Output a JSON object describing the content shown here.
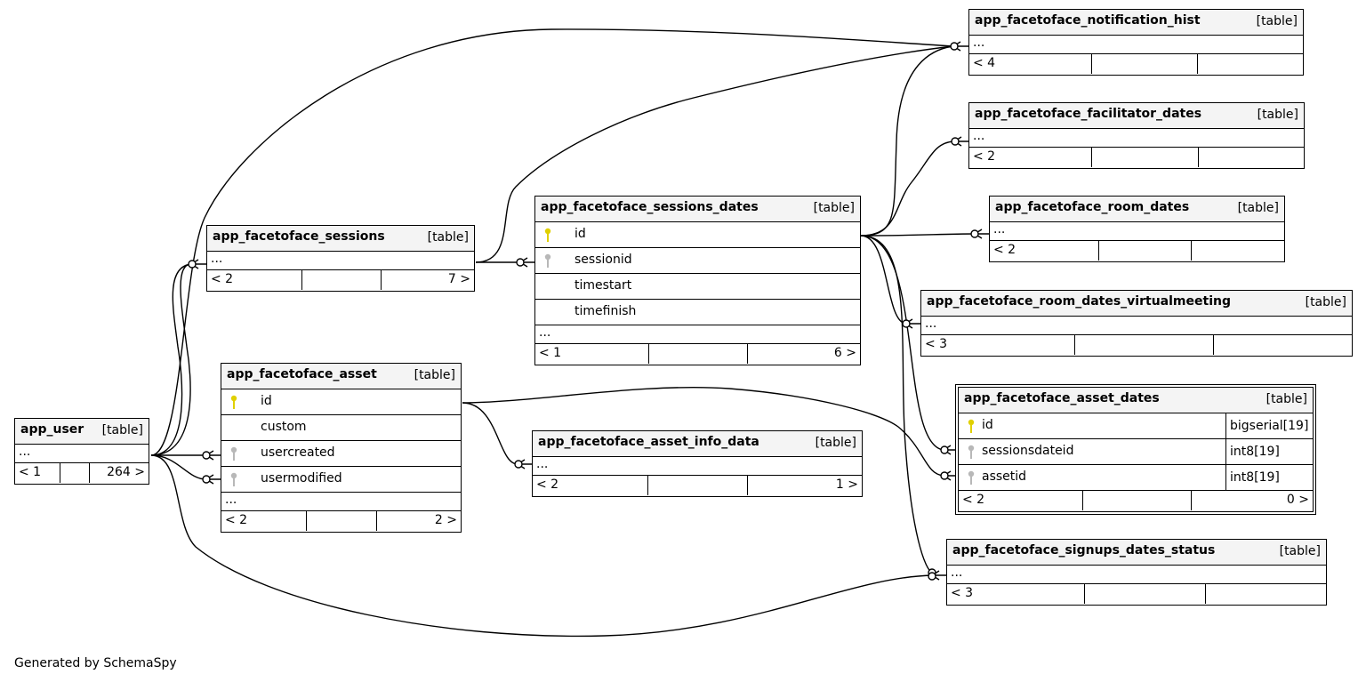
{
  "type_label": "[table]",
  "ellipsis": "...",
  "footer_text": "Generated by SchemaSpy",
  "colors": {
    "primary_key": "#e0d000",
    "foreign_key": "#b8b8b8",
    "header_bg": "#f4f4f4"
  },
  "tables": {
    "notification_hist": {
      "name": "app_facetoface_notification_hist",
      "parents": "< 4",
      "children": ""
    },
    "facilitator_dates": {
      "name": "app_facetoface_facilitator_dates",
      "parents": "< 2",
      "children": ""
    },
    "room_dates": {
      "name": "app_facetoface_room_dates",
      "parents": "< 2",
      "children": ""
    },
    "room_dates_virtualmeeting": {
      "name": "app_facetoface_room_dates_virtualmeeting",
      "parents": "< 3",
      "children": ""
    },
    "asset_dates": {
      "name": "app_facetoface_asset_dates",
      "parents": "< 2",
      "children": "0 >",
      "columns": [
        {
          "name": "id",
          "type": "bigserial[19]",
          "key": "primary"
        },
        {
          "name": "sessionsdateid",
          "type": "int8[19]",
          "key": "foreign"
        },
        {
          "name": "assetid",
          "type": "int8[19]",
          "key": "foreign"
        }
      ]
    },
    "signups_dates_status": {
      "name": "app_facetoface_signups_dates_status",
      "parents": "< 3",
      "children": ""
    },
    "sessions": {
      "name": "app_facetoface_sessions",
      "parents": "< 2",
      "children": "7 >"
    },
    "sessions_dates": {
      "name": "app_facetoface_sessions_dates",
      "parents": "< 1",
      "children": "6 >",
      "columns": [
        {
          "name": "id",
          "key": "primary"
        },
        {
          "name": "sessionid",
          "key": "foreign"
        },
        {
          "name": "timestart",
          "key": "none"
        },
        {
          "name": "timefinish",
          "key": "none"
        }
      ]
    },
    "asset": {
      "name": "app_facetoface_asset",
      "parents": "< 2",
      "children": "2 >",
      "columns": [
        {
          "name": "id",
          "key": "primary"
        },
        {
          "name": "custom",
          "key": "none"
        },
        {
          "name": "usercreated",
          "key": "foreign"
        },
        {
          "name": "usermodified",
          "key": "foreign"
        }
      ]
    },
    "asset_info_data": {
      "name": "app_facetoface_asset_info_data",
      "parents": "< 2",
      "children": "1 >"
    },
    "app_user": {
      "name": "app_user",
      "parents": "< 1",
      "children": "264 >"
    }
  }
}
